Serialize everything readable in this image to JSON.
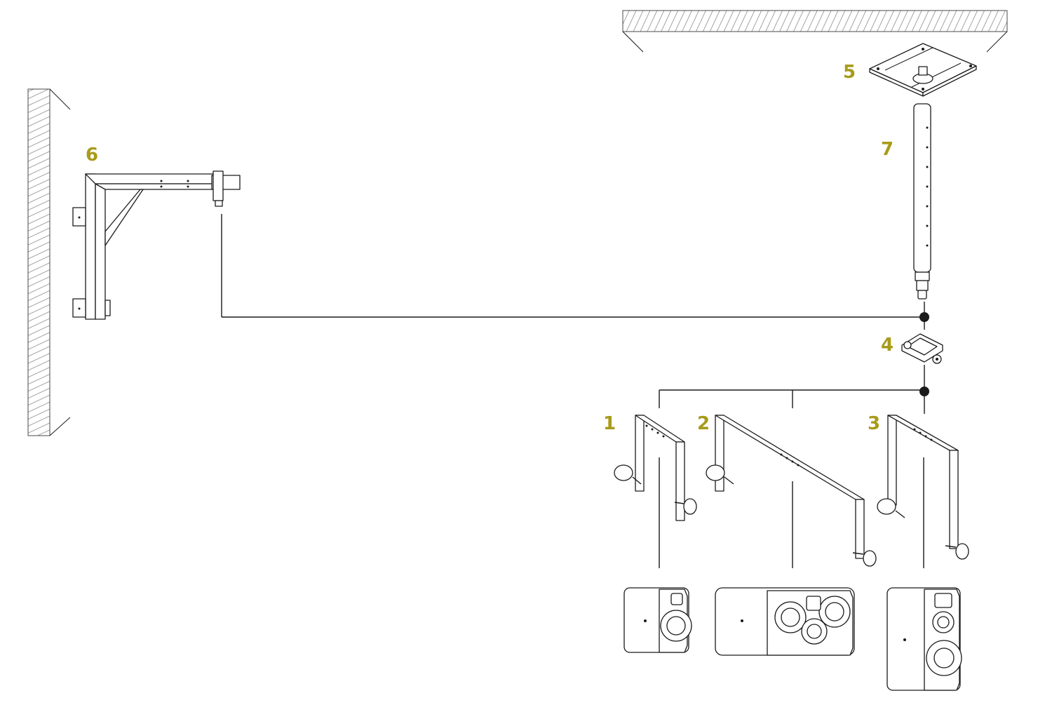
{
  "colors": {
    "label": "#A89B1A",
    "line": "#1A1A1A",
    "surface_hatch": "#8C8C8C",
    "background": "#FFFFFF"
  },
  "labels": {
    "part_1": "1",
    "part_2": "2",
    "part_3": "3",
    "part_4": "4",
    "part_5": "5",
    "part_6": "6",
    "part_7": "7"
  }
}
